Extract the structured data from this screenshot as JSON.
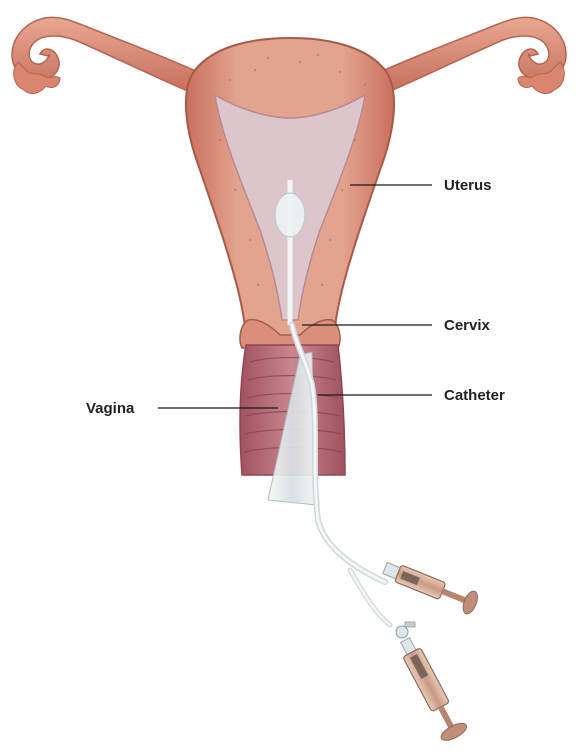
{
  "labels": {
    "uterus": "Uterus",
    "cervix": "Cervix",
    "catheter": "Catheter",
    "vagina": "Vagina"
  },
  "colors": {
    "tissue": "#e0a08c",
    "tissue_dark": "#c9705e",
    "cavity": "#d9c8d2",
    "vagina_wall": "#b96a78",
    "catheter": "#e8eef0",
    "syringe_body": "#c9a38e",
    "plunger": "#a9705e"
  }
}
